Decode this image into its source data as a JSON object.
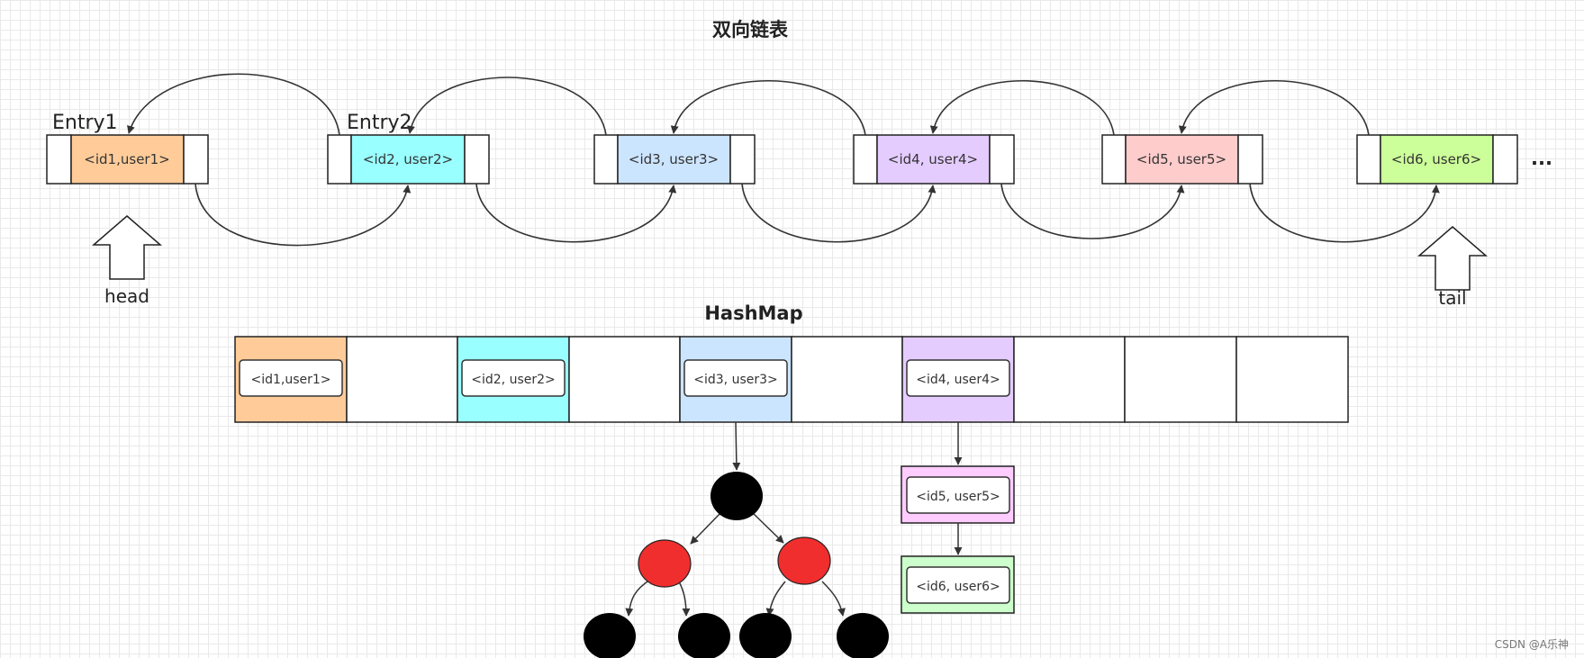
{
  "linked_list": {
    "title": "双向链表",
    "entries": [
      {
        "label": "Entry1",
        "text": "<id1,user1>",
        "color": "#ffcc99"
      },
      {
        "label": "Entry2",
        "text": "<id2, user2>",
        "color": "#99ffff"
      },
      {
        "label": "",
        "text": "<id3, user3>",
        "color": "#cce5ff"
      },
      {
        "label": "",
        "text": "<id4, user4>",
        "color": "#e5ccff"
      },
      {
        "label": "",
        "text": "<id5, user5>",
        "color": "#ffcccc"
      },
      {
        "label": "",
        "text": "<id6, user6>",
        "color": "#ccff99"
      }
    ],
    "ellipsis": "...",
    "head_label": "head",
    "tail_label": "tail"
  },
  "hashmap": {
    "title": "HashMap",
    "buckets": [
      {
        "text": "<id1,user1>",
        "color": "#ffcc99"
      },
      {
        "text": "",
        "color": "#ffffff"
      },
      {
        "text": "<id2, user2>",
        "color": "#99ffff"
      },
      {
        "text": "",
        "color": "#ffffff"
      },
      {
        "text": "<id3, user3>",
        "color": "#cce5ff"
      },
      {
        "text": "",
        "color": "#ffffff"
      },
      {
        "text": "<id4, user4>",
        "color": "#e5ccff"
      },
      {
        "text": "",
        "color": "#ffffff"
      },
      {
        "text": "",
        "color": "#ffffff"
      },
      {
        "text": "",
        "color": "#ffffff"
      }
    ],
    "chain": [
      {
        "text": "<id5, user5>",
        "color": "#ffccff"
      },
      {
        "text": "<id6, user6>",
        "color": "#ccffcc"
      }
    ],
    "tree_colors": {
      "black": "#000000",
      "red": "#f02e2e"
    }
  },
  "watermark": "CSDN @A乐神"
}
